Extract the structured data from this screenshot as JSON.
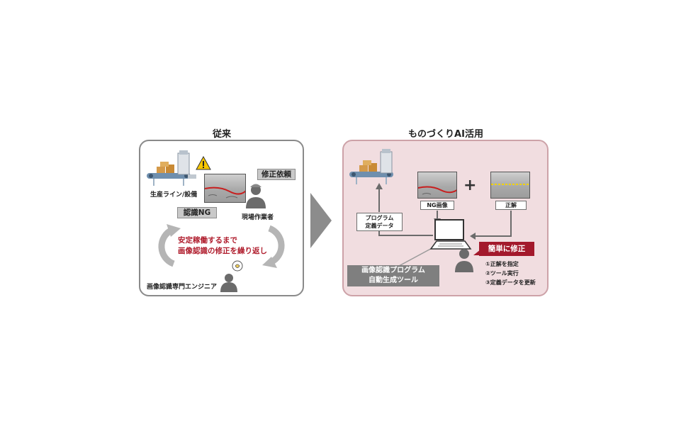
{
  "left": {
    "title": "従来",
    "line_label": "生産ライン/設備",
    "ng_label": "認識NG",
    "request_label": "修正依頼",
    "worker_label": "現場作業者",
    "loop_text_1": "安定稼働するまで",
    "loop_text_2": "画像認識の修正を繰り返し",
    "engineer_label": "画像認識専門エンジニア"
  },
  "right": {
    "title": "ものづくりAI活用",
    "ng_image_label": "NG画像",
    "plus": "+",
    "correct_label": "正解",
    "program_label_1": "プログラム",
    "program_label_2": "定義データ",
    "tool_label_1": "画像認識プログラム",
    "tool_label_2": "自動生成ツール",
    "easy_fix_label": "簡単に修正",
    "steps": [
      "①正解を指定",
      "②ツール実行",
      "③定義データを更新"
    ]
  },
  "colors": {
    "accent_red": "#a3192c",
    "panel_right_bg": "#f1dde0",
    "warning_yellow": "#f7c600"
  }
}
